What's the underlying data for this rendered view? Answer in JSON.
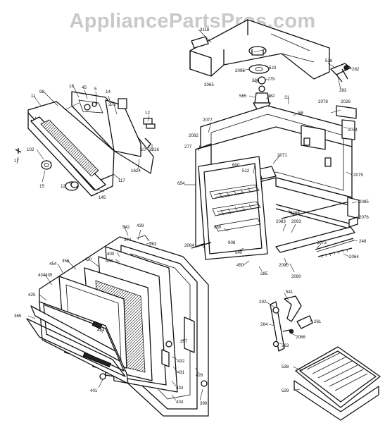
{
  "watermark": "AppliancePartsPros.com",
  "part_labels": {
    "p18": "18",
    "p98": "98",
    "p45": "45",
    "p5": "5",
    "p14": "14",
    "p275": "275",
    "p11": "11",
    "p102": "102",
    "p17": "17",
    "p15": "15",
    "p12": "12",
    "p145": "145",
    "p117": "117",
    "p1624": "1624",
    "p10": "10",
    "p2316": "2316",
    "p3118": "3118",
    "p523": "523",
    "p2095": "2095",
    "p279": "279",
    "p286": "286",
    "p2065": "2065",
    "p565": "565",
    "p382": "382",
    "p31": "31",
    "p58": "58",
    "p526": "526",
    "p282": "282",
    "p283": "283",
    "p2078": "2078",
    "p2026": "2026",
    "p2074": "2074",
    "p2077": "2077",
    "p2082": "2082",
    "p277": "277",
    "p600": "600",
    "p512": "512",
    "p2071": "2071",
    "p654": "654",
    "p2075": "2075",
    "p2286": "2286",
    "p2085": "2085",
    "p2076": "2076",
    "p2084": "2084",
    "p2083": "2083",
    "p2093": "2093",
    "p2073": "2073",
    "p248": "248",
    "p2064": "2064",
    "p850": "850",
    "p908": "908",
    "p540": "540",
    "p450": "450",
    "p285": "285",
    "p2090": "2090",
    "p2080": "2080",
    "p374": "374",
    "p542": "542",
    "p439": "439",
    "p363": "363",
    "p400": "400",
    "p454": "454",
    "p356": "356",
    "p430": "430",
    "p434": "434",
    "p435": "435",
    "p425": "425",
    "p365": "365",
    "p424": "424",
    "p357": "357",
    "p432": "432",
    "p431": "431",
    "p426": "426",
    "p401": "401",
    "p433": "433",
    "p433b": "433",
    "p390": "390",
    "p541": "541",
    "p292": "292",
    "p261": "261",
    "p264": "264",
    "p2066": "2066",
    "p263": "263",
    "p538": "538",
    "p529": "529"
  }
}
